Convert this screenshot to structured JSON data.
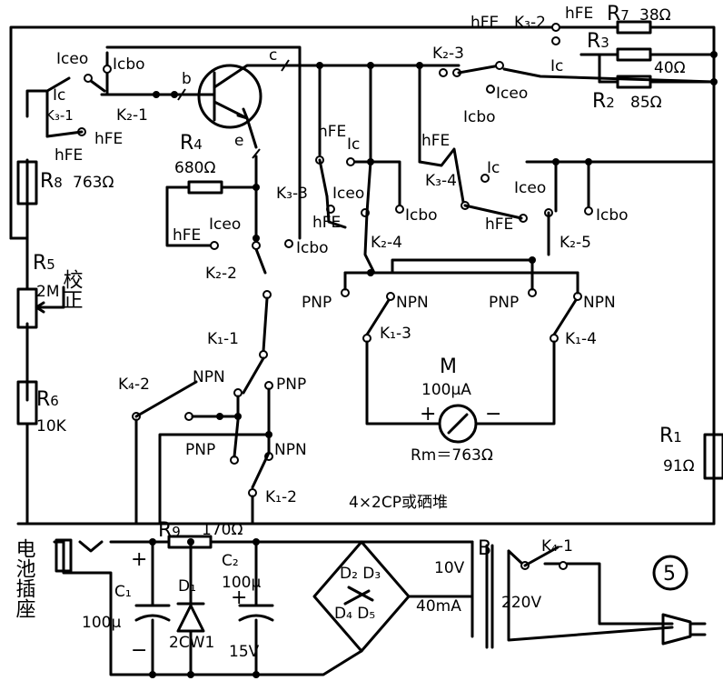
{
  "figure_number": "5",
  "transistor_pins": {
    "base": "b",
    "collector": "c",
    "emitter": "e"
  },
  "resistors": {
    "r1": {
      "name": "R",
      "sub": "1",
      "value": "91Ω"
    },
    "r2": {
      "name": "R",
      "sub": "2",
      "value": "85Ω"
    },
    "r3": {
      "name": "R",
      "sub": "3",
      "value": "40Ω"
    },
    "r4": {
      "name": "R",
      "sub": "4",
      "value": "680Ω"
    },
    "r5": {
      "name": "R",
      "sub": "5",
      "value": "2M",
      "note": "校正"
    },
    "r6": {
      "name": "R",
      "sub": "6",
      "value": "10K"
    },
    "r7": {
      "name": "R",
      "sub": "7",
      "value": "38Ω"
    },
    "r8": {
      "name": "R",
      "sub": "8",
      "value": "763Ω"
    },
    "r9": {
      "name": "R",
      "sub": "9",
      "value": "170Ω"
    }
  },
  "switches": {
    "k1_1": "K₁-1",
    "k1_2": "K₁-2",
    "k1_3": "K₁-3",
    "k1_4": "K₁-4",
    "k2_1": "K₂-1",
    "k2_2": "K₂-2",
    "k2_3": "K₂-3",
    "k2_4": "K₂-4",
    "k2_5": "K₂-5",
    "k3_1": "K₃-1",
    "k3_2": "K₃-2",
    "k3_3": "K₃-3",
    "k3_4": "K₃-4",
    "k4_1": "K₄-1",
    "k4_2": "K₄-2"
  },
  "modes": {
    "hfe": "hFE",
    "iceo": "Iceo",
    "icbo": "Icbo",
    "ic": "Ic",
    "npn": "NPN",
    "pnp": "PNP"
  },
  "meter": {
    "name": "M",
    "range": "100μA",
    "resistance": "Rm＝763Ω",
    "plus": "+",
    "minus": "−"
  },
  "power": {
    "c1": "C₁",
    "c1_value": "100μ",
    "c2": "C₂",
    "c2_value": "100μ",
    "c2_voltage": "15V",
    "d1": "D₁",
    "d1_type": "2CW1",
    "bridge_top": "D₂ D₃",
    "bridge_bottom": "D₄ D₅",
    "transformer": "B",
    "secondary": "10V",
    "secondary_current": "40mA",
    "primary": "220V",
    "plus": "+",
    "minus": "−"
  },
  "battery_socket": "电池插座",
  "rectifier_note": "4×2CP或硒堆"
}
